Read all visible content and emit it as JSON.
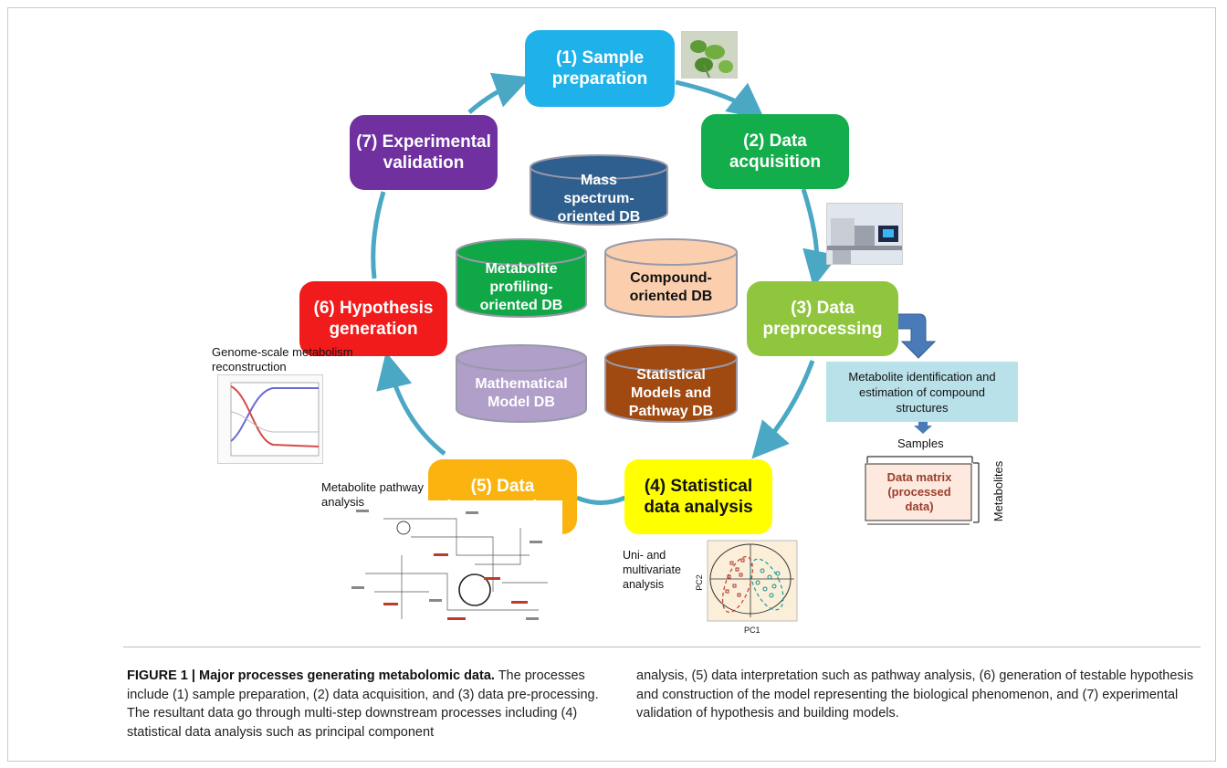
{
  "steps": {
    "s1": "(1) Sample preparation",
    "s2": "(2) Data acquisition",
    "s3": "(3) Data preprocessing",
    "s4": "(4) Statistical data analysis",
    "s5": "(5) Data interpretation",
    "s6": "(6) Hypothesis generation",
    "s7": "(7) Experimental validation"
  },
  "databases": {
    "mass": "Mass spectrum-oriented DB",
    "metabolite": "Metabolite profiling-oriented DB",
    "compound": "Compound-oriented DB",
    "math": "Mathematical Model DB",
    "stat": "Statistical Models and Pathway DB"
  },
  "annotations": {
    "identification": "Metabolite identification and estimation of compound structures",
    "samples": "Samples",
    "data_matrix": "Data matrix (processed data)",
    "metabolites": "Metabolites",
    "genome": "Genome-scale metabolism reconstruction",
    "pathway": "Metabolite pathway analysis",
    "multivariate": "Uni- and multivariate analysis",
    "pc1": "PC1",
    "pc2": "PC2"
  },
  "caption": {
    "bold": "FIGURE 1 | Major processes generating metabolomic data.",
    "left": "The processes include (1) sample preparation, (2) data acquisition, and (3) data pre-processing. The resultant data go through multi-step downstream processes including (4) statistical data analysis such as principal component",
    "right": "analysis, (5) data interpretation such as pathway analysis, (6) generation of testable hypothesis and construction of the model representing the biological phenomenon, and (7) experimental validation of hypothesis and building models."
  },
  "colors": {
    "cycle_arrow": "#4aa8c4",
    "s1": "#1fb2ea",
    "s2": "#14ad4c",
    "s3": "#8fc63d",
    "s4": "#ffff00",
    "s5": "#fbb40f",
    "s6": "#f21b1b",
    "s7": "#7030a0",
    "db_mass": "#2e5f8e",
    "db_metabolite": "#10a746",
    "db_compound": "#fbcfae",
    "db_math": "#b09fc9",
    "db_stat": "#a04a11",
    "identification_box": "#b8e1ea",
    "data_matrix_fill": "#fde9de",
    "data_matrix_text": "#9a3d2e"
  }
}
